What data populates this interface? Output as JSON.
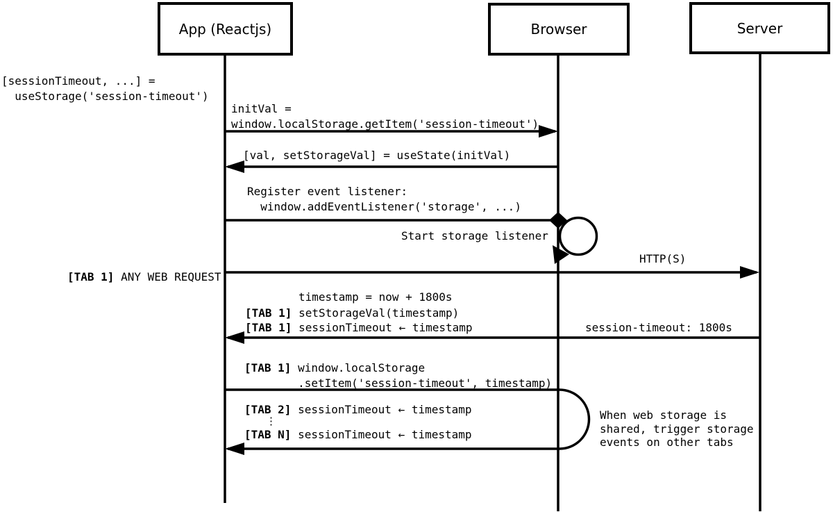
{
  "actors": [
    {
      "name": "App (Reactjs)"
    },
    {
      "name": "Browser"
    },
    {
      "name": "Server"
    }
  ],
  "left_note": "[sessionTimeout, ...] =\n  useStorage('session-timeout')",
  "messages": {
    "init_val": "initVal =\nwindow.localStorage.getItem('session-timeout')",
    "use_state": "[val, setStorageVal] = useState(initVal)",
    "register_listener": "Register event listener:\n  window.addEventListener('storage', ...)",
    "start_listener": "Start storage listener",
    "any_web_request": {
      "tag": "[TAB 1]",
      "text": " ANY WEB REQUEST"
    },
    "http": "HTTP(S)",
    "timestamp_calc": "timestamp = now + 1800s",
    "set_storage_val": {
      "tag": "[TAB 1]",
      "text": " setStorageVal(timestamp)"
    },
    "session_timeout_tab1": {
      "tag": "[TAB 1]",
      "text": " sessionTimeout ← timestamp"
    },
    "session_response": "session-timeout: 1800s",
    "set_item": {
      "tag": "[TAB 1]",
      "text": " window.localStorage\n        .setItem('session-timeout', timestamp)"
    },
    "session_timeout_tab2": {
      "tag": "[TAB 2]",
      "text": " sessionTimeout ← timestamp"
    },
    "dots": "⋮",
    "session_timeout_tabn": {
      "tag": "[TAB N]",
      "text": " sessionTimeout ← timestamp"
    },
    "storage_note": "When web storage is\nshared, trigger storage\nevents on other tabs"
  },
  "colors": {
    "ink": "#000000",
    "background": "#ffffff"
  }
}
